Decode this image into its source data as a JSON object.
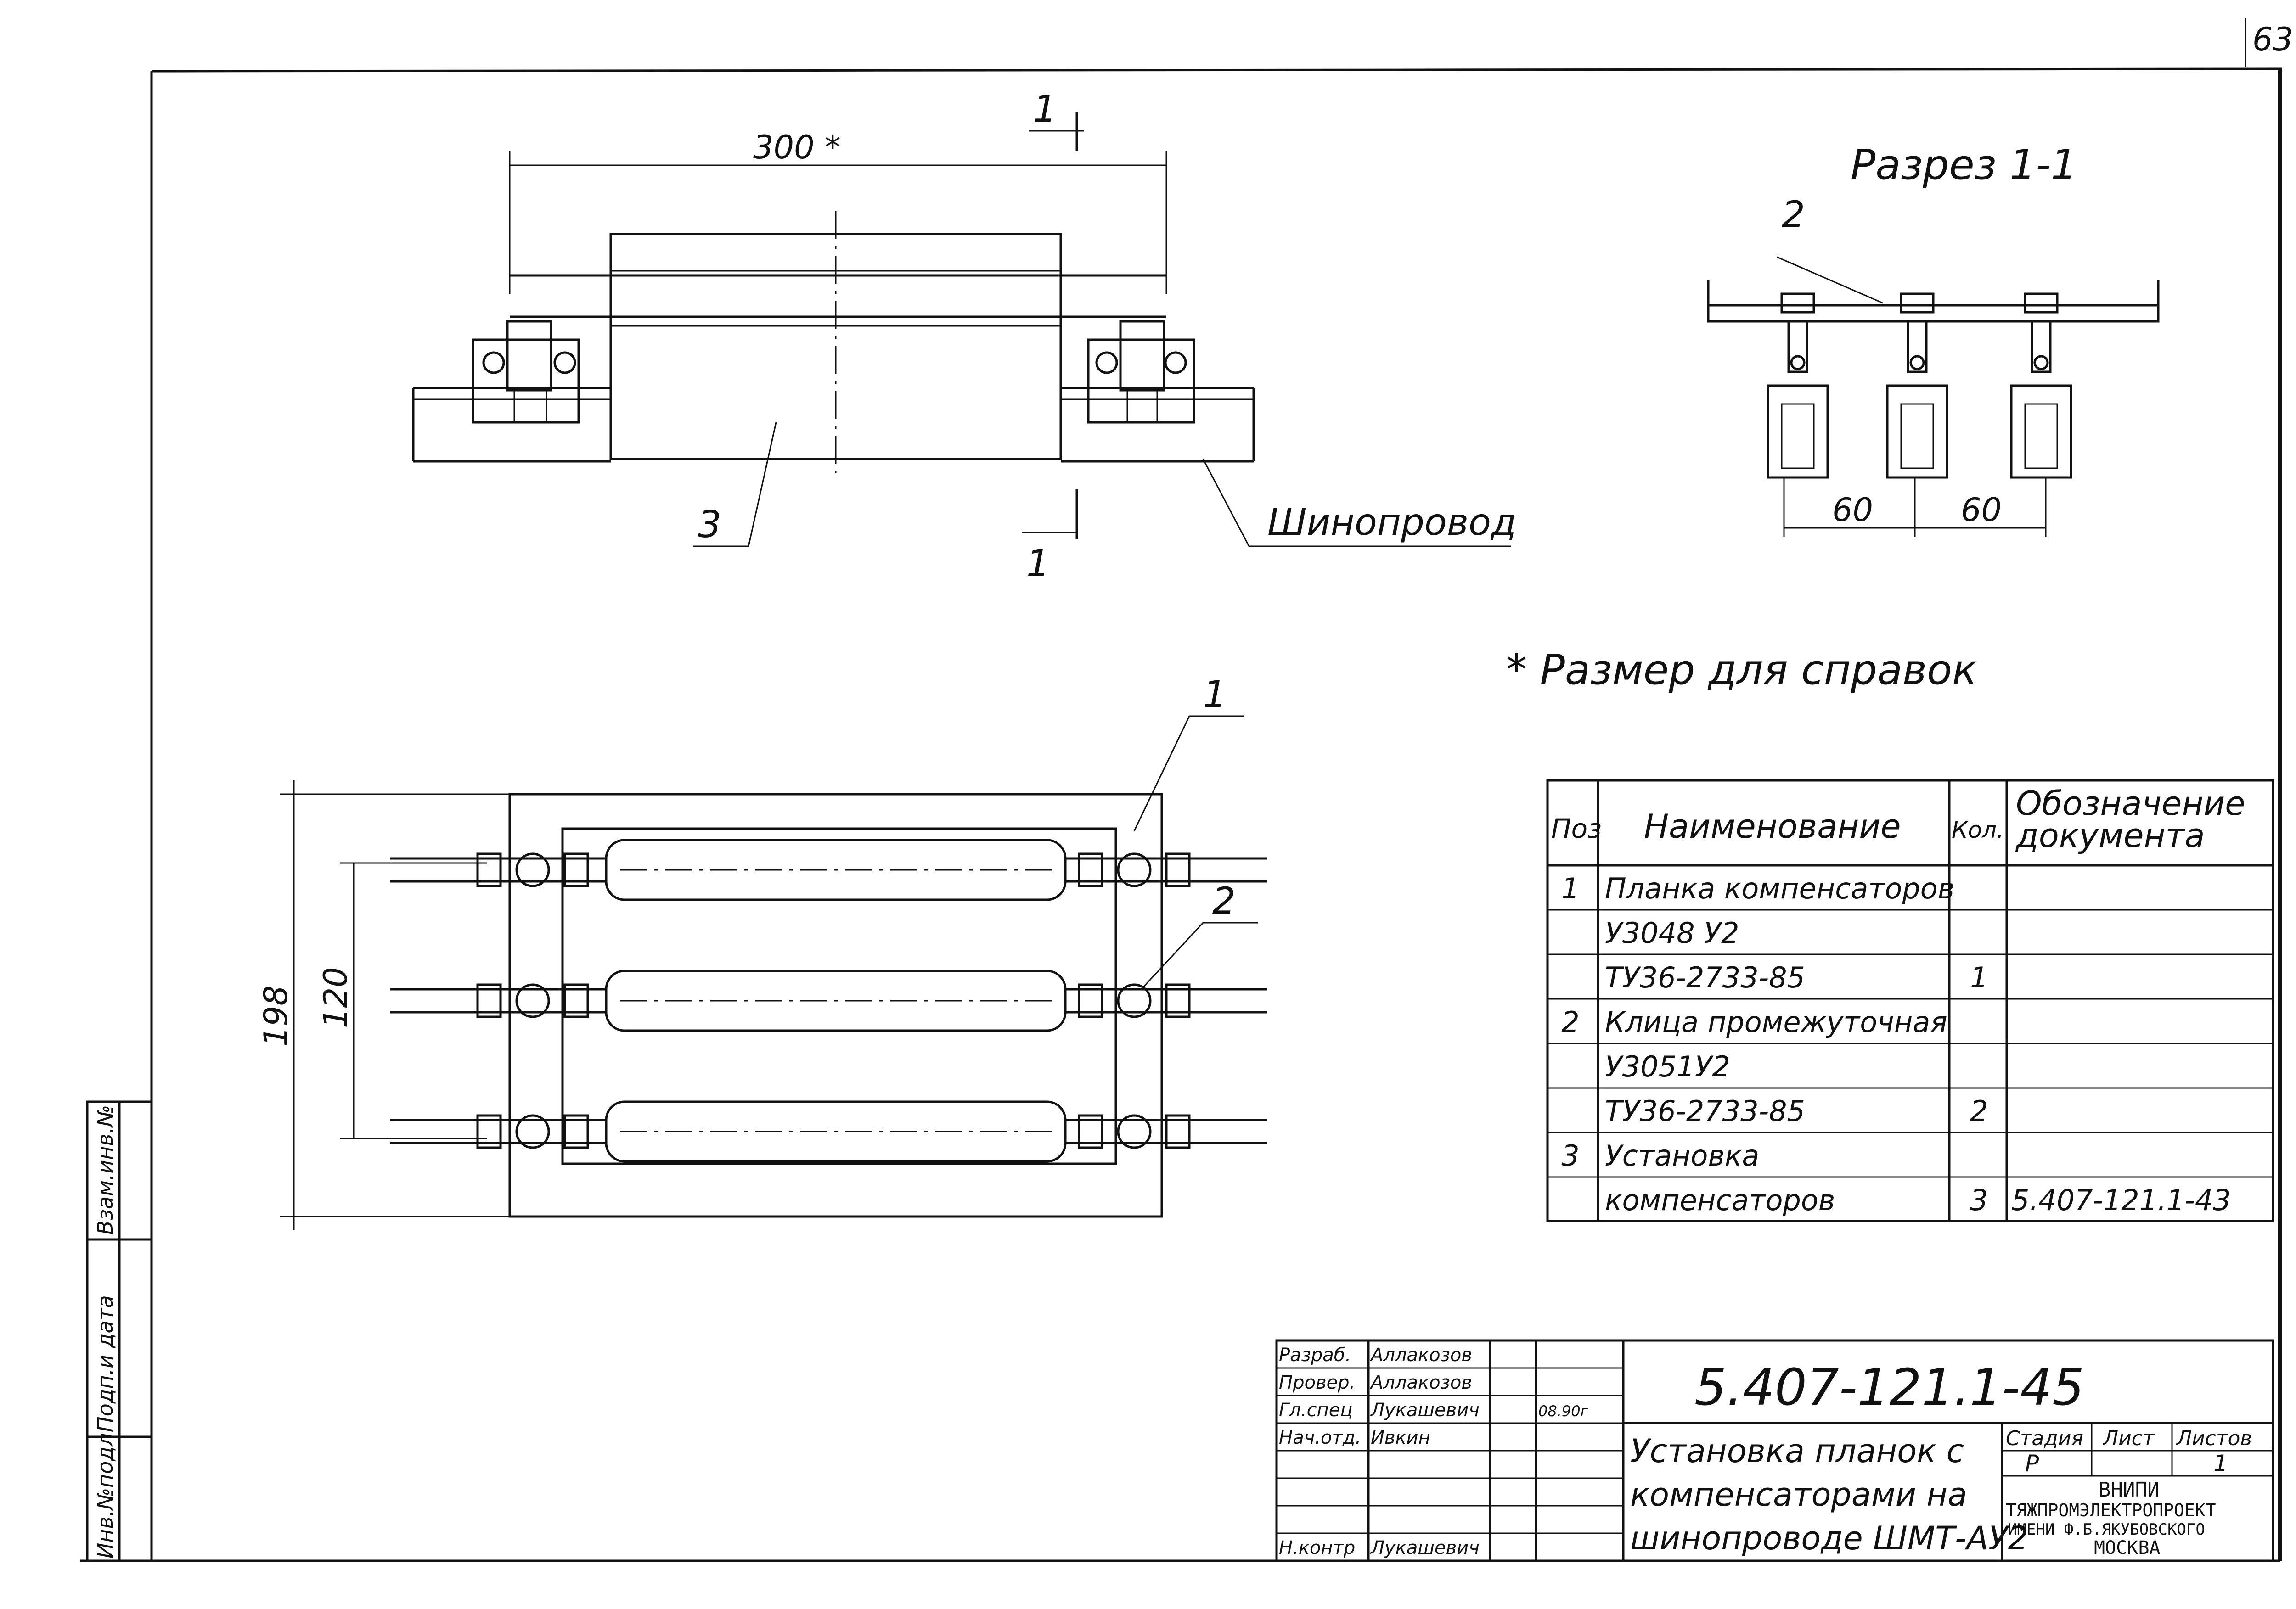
{
  "sheet_number": "63",
  "top_view": {
    "dimension": "300 *",
    "section_mark_top": "1",
    "section_mark_bottom": "1",
    "pos_label": "3",
    "busbar_label": "Шинопровод"
  },
  "section_view": {
    "title": "Разрез 1-1",
    "pos_label": "2",
    "dim_left": "60",
    "dim_right": "60"
  },
  "reference_note": "* Размер   для справок",
  "plan_view": {
    "pos_label_1": "1",
    "pos_label_2": "2",
    "dim_outer": "198",
    "dim_inner": "120"
  },
  "spec_table": {
    "headers": {
      "pos": "Поз",
      "name": "Наименование",
      "qty": "Кол.",
      "doc_line1": "Обозначение",
      "doc_line2": "документа"
    },
    "rows": [
      {
        "pos": "1",
        "name": "Планка компенсаторов",
        "qty": "",
        "doc": ""
      },
      {
        "pos": "",
        "name": "У3048 У2",
        "qty": "",
        "doc": ""
      },
      {
        "pos": "",
        "name": "ТУ36-2733-85",
        "qty": "1",
        "doc": ""
      },
      {
        "pos": "2",
        "name": "Клица промежуточная",
        "qty": "",
        "doc": ""
      },
      {
        "pos": "",
        "name": "У3051У2",
        "qty": "",
        "doc": ""
      },
      {
        "pos": "",
        "name": "ТУ36-2733-85",
        "qty": "2",
        "doc": ""
      },
      {
        "pos": "3",
        "name": "Установка",
        "qty": "",
        "doc": ""
      },
      {
        "pos": "",
        "name": "компенсаторов",
        "qty": "3",
        "doc": "5.407-121.1-43"
      }
    ]
  },
  "side_stamp": {
    "inv_no": "Инв.№подл.",
    "sign_date": "Подп.и дата",
    "replace_inv": "Взам.инв.№"
  },
  "title_block": {
    "sign_rows": [
      {
        "role": "Разраб.",
        "name": "Аллакозов",
        "date": ""
      },
      {
        "role": "Провер.",
        "name": "Аллакозов",
        "date": ""
      },
      {
        "role": "Гл.спец",
        "name": "Лукашевич",
        "date": "08.90г"
      },
      {
        "role": "Нач.отд.",
        "name": "Ивкин",
        "date": ""
      },
      {
        "role": "",
        "name": "",
        "date": ""
      },
      {
        "role": "",
        "name": "",
        "date": ""
      },
      {
        "role": "",
        "name": "",
        "date": ""
      },
      {
        "role": "Н.контр",
        "name": "Лукашевич",
        "date": ""
      }
    ],
    "doc_code": "5.407-121.1-45",
    "title_line1": "Установка планок с",
    "title_line2": "компенсаторами на",
    "title_line3": "шинопроводе ШМТ-АУ2",
    "stage_label": "Стадия",
    "sheet_label": "Лист",
    "sheets_label": "Листов",
    "stage_value": "Р",
    "sheet_value": "",
    "sheets_value": "1",
    "org_line1": "ВНИПИ",
    "org_line2": "ТЯЖПРОМЭЛЕКТРОПРОЕКТ",
    "org_line3": "ИМЕНИ Ф.Б.ЯКУБОВСКОГО",
    "org_line4": "МОСКВА"
  }
}
